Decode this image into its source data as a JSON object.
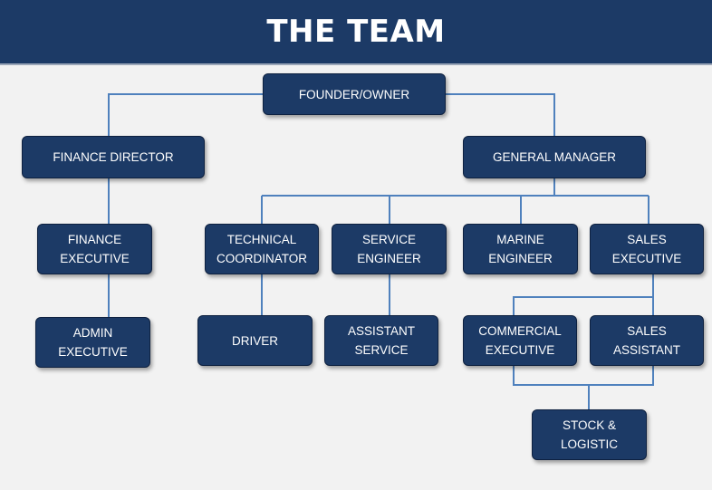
{
  "header": {
    "title": "THE TEAM"
  },
  "colors": {
    "box": "#1c3a66",
    "connector": "#4f81bd",
    "background": "#f2f2f2"
  },
  "nodes": {
    "founder": {
      "lines": [
        "FOUNDER/OWNER"
      ]
    },
    "finance_director": {
      "lines": [
        "FINANCE DIRECTOR"
      ]
    },
    "general_manager": {
      "lines": [
        "GENERAL MANAGER"
      ]
    },
    "finance_executive": {
      "lines": [
        "FINANCE",
        "EXECUTIVE"
      ]
    },
    "technical_coordinator": {
      "lines": [
        "TECHNICAL",
        "COORDINATOR"
      ]
    },
    "service_engineer": {
      "lines": [
        "SERVICE",
        "ENGINEER"
      ]
    },
    "marine_engineer": {
      "lines": [
        "MARINE",
        "ENGINEER"
      ]
    },
    "sales_executive": {
      "lines": [
        "SALES",
        "EXECUTIVE"
      ]
    },
    "admin_executive": {
      "lines": [
        "ADMIN",
        "EXECUTIVE"
      ]
    },
    "driver": {
      "lines": [
        "DRIVER"
      ]
    },
    "assistant_service": {
      "lines": [
        "ASSISTANT",
        "SERVICE"
      ]
    },
    "commercial_executive": {
      "lines": [
        "COMMERCIAL",
        "EXECUTIVE"
      ]
    },
    "sales_assistant": {
      "lines": [
        "SALES",
        "ASSISTANT"
      ]
    },
    "stock_logistic": {
      "lines": [
        "STOCK &",
        "LOGISTIC"
      ]
    }
  }
}
